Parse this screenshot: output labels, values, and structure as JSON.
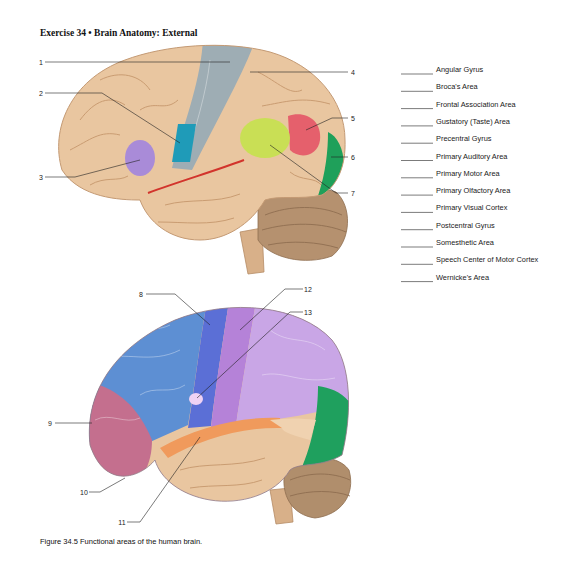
{
  "diagram": {
    "title": "Exercise 34 • Brain Anatomy: External",
    "caption": "Figure 34.5 Functional areas of the human brain.",
    "labels": [
      "1",
      "2",
      "3",
      "4",
      "5",
      "6",
      "7",
      "Angular Gyrus",
      "Broca's Area",
      "Frontal Association Area",
      "Gustatory (Taste) Area",
      "Precentral Gyrus",
      "Primary Auditory Area",
      "Primary Motor Area",
      "Primary Olfactory Area",
      "Primary Visual Cortex",
      "Postcentral Gyrus",
      "Somesthetic Area",
      "Speech Center of Motor Cortex",
      "Wernicke's Area",
      "8",
      "12",
      "13",
      "9",
      "10",
      "11"
    ]
  }
}
